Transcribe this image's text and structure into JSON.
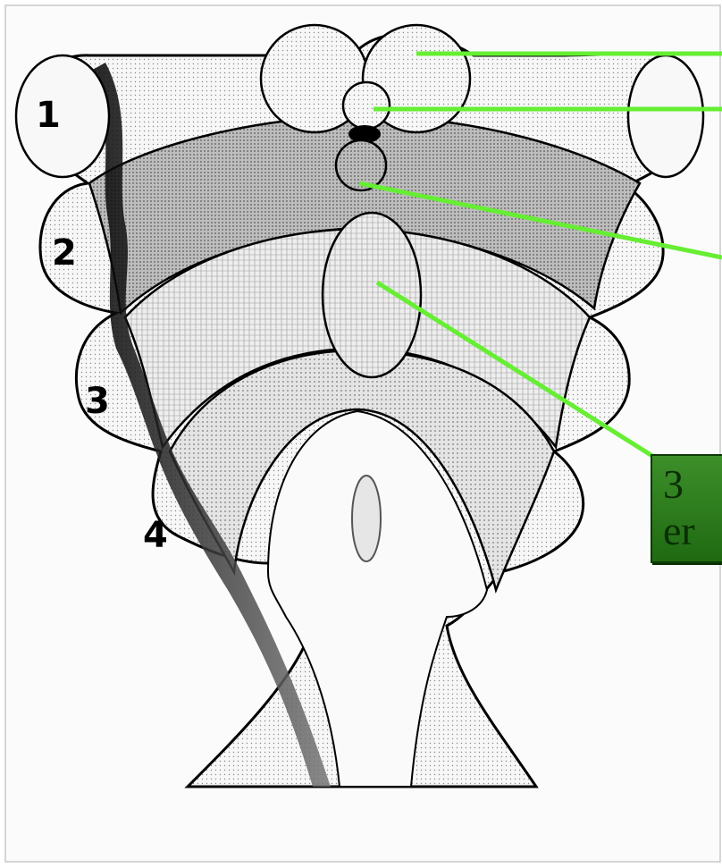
{
  "arch_numbers": [
    "1",
    "2",
    "3",
    "4"
  ],
  "callout": {
    "line1": "3",
    "line2": "er"
  },
  "colors": {
    "pointer_lines": "#66ee33",
    "callout_fill": "#2d7d1e",
    "outline": "#000000"
  }
}
